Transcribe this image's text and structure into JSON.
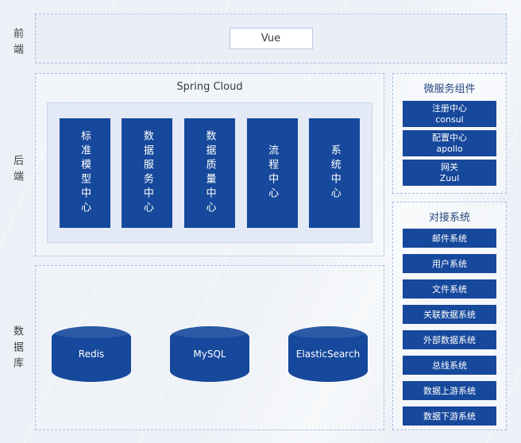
{
  "rows": {
    "frontend": "前端",
    "backend": "后端",
    "database": "数据库"
  },
  "frontend": {
    "node": "Vue"
  },
  "backend": {
    "title": "Spring Cloud",
    "centers": [
      "标准模型中心",
      "数据服务中心",
      "数据质量中心",
      "流程中心",
      "系统中心"
    ]
  },
  "microservices": {
    "title": "微服务组件",
    "items": [
      {
        "name": "注册中心",
        "sub": "consul"
      },
      {
        "name": "配置中心",
        "sub": "apollo"
      },
      {
        "name": "网关",
        "sub": "Zuul"
      }
    ]
  },
  "systems": {
    "title": "对接系统",
    "items": [
      "邮件系统",
      "用户系统",
      "文件系统",
      "关联数据系统",
      "外部数据系统",
      "总线系统",
      "数据上游系统",
      "数据下游系统"
    ]
  },
  "databases": {
    "items": [
      "Redis",
      "MySQL",
      "ElasticSearch"
    ]
  },
  "colors": {
    "primary": "#16489b",
    "dashed_border": "#a6bfe2",
    "panel_fill": "#e3eaf5",
    "background": "#edf1f7"
  }
}
